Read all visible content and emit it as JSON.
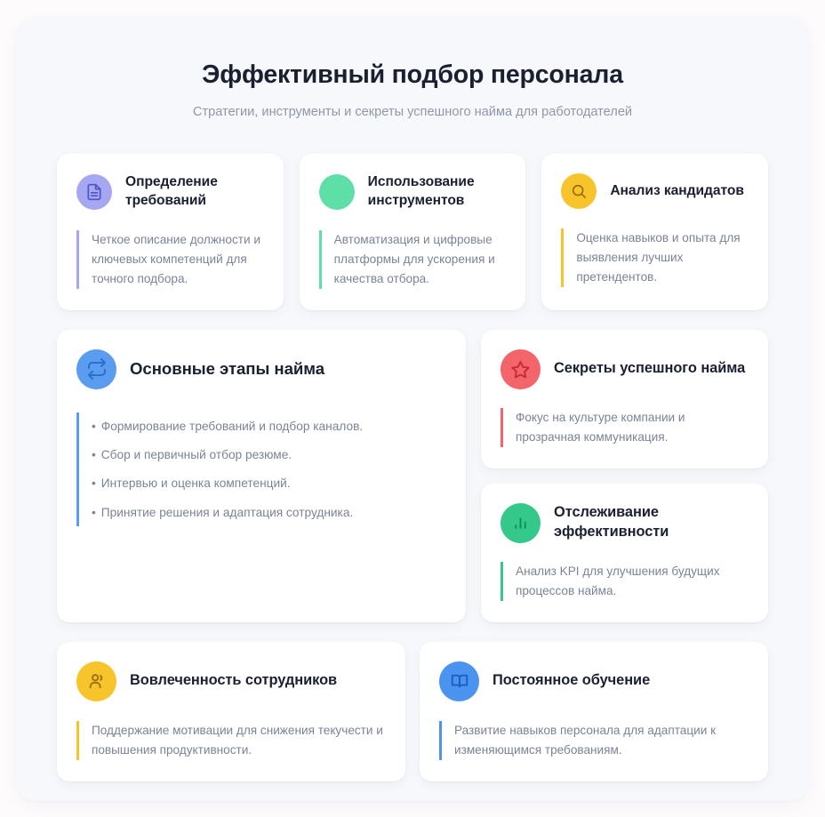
{
  "header": {
    "title": "Эффективный подбор персонала",
    "subtitle": "Стратегии, инструменты и секреты успешного найма для работодателей"
  },
  "colors": {
    "page_background": "#fdfbfc",
    "panel_background": "#f6f8fb",
    "card_background": "#ffffff",
    "title_text": "#1b2030",
    "body_text": "#7b8494",
    "subtitle_text": "#9098a8",
    "indigo": "#a5a8f0",
    "indigo_dark": "#4f52c9",
    "mint": "#5fdfa8",
    "amber": "#f8c42b",
    "amber_dark": "#9a6d0c",
    "blue": "#5a9cf0",
    "blue_dark": "#2b6fd0",
    "red": "#f4656b",
    "red_dark": "#c52c35",
    "green": "#34c98a",
    "green_dark": "#0f8f5c"
  },
  "top_row": [
    {
      "icon": "document-icon",
      "badge_color": "#a5a8f0",
      "accent_color": "#a5a8f0",
      "title": "Определение требований",
      "body": "Четкое описание должности и ключевых компетенций для точного подбора."
    },
    {
      "icon": "blank-circle-icon",
      "badge_color": "#5fdfa8",
      "accent_color": "#5fdfa8",
      "title": "Использование инструментов",
      "body": "Автоматизация и цифровые платформы для ускорения и качества отбора."
    },
    {
      "icon": "search-icon",
      "badge_color": "#f8c42b",
      "accent_color": "#f8c42b",
      "title": "Анализ кандидатов",
      "body": "Оценка навыков и опыта для выявления лучших претендентов."
    }
  ],
  "stages_card": {
    "icon": "repeat-arrows-icon",
    "badge_color": "#5a9cf0",
    "accent_color": "#5a9cf0",
    "title": "Основные этапы найма",
    "bullet": "•",
    "steps": [
      "Формирование требований и подбор каналов.",
      "Сбор и первичный отбор резюме.",
      "Интервью и оценка компетенций.",
      "Принятие решения и адаптация сотрудника."
    ]
  },
  "right_column": [
    {
      "icon": "star-icon",
      "badge_color": "#f4656b",
      "accent_color": "#f4656b",
      "title": "Секреты успешного найма",
      "body": "Фокус на культуре компании и прозрачная коммуникация."
    },
    {
      "icon": "bar-chart-icon",
      "badge_color": "#34c98a",
      "accent_color": "#34c98a",
      "title": "Отслеживание эффективности",
      "body": "Анализ KPI для улучшения будущих процессов найма."
    }
  ],
  "bottom_row": [
    {
      "icon": "users-icon",
      "badge_color": "#f8c42b",
      "accent_color": "#f8c42b",
      "title": "Вовлеченность сотрудников",
      "body": "Поддержание мотивации для снижения текучести и повышения продуктивности."
    },
    {
      "icon": "open-book-icon",
      "badge_color": "#4a93ef",
      "accent_color": "#4a93ef",
      "title": "Постоянное обучение",
      "body": "Развитие навыков персонала для адаптации к изменяющимся требованиям."
    }
  ]
}
